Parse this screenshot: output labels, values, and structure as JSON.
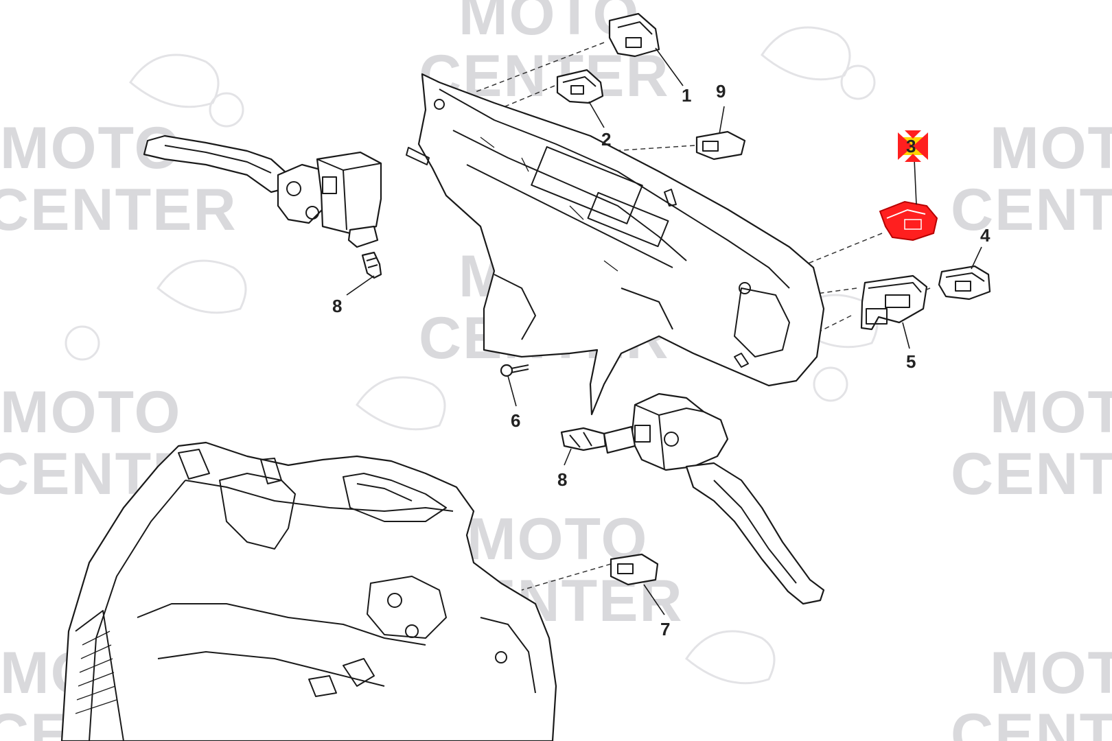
{
  "watermark": {
    "line1": "MOTO",
    "line2": "CENTER"
  },
  "callouts": [
    "1",
    "2",
    "3",
    "4",
    "5",
    "6",
    "7",
    "8",
    "8",
    "9"
  ],
  "highlight": {
    "part_label": "3",
    "color": "#ff1f1f",
    "marker_color": "#ff1f1f",
    "label_bg": "#ffd400"
  }
}
